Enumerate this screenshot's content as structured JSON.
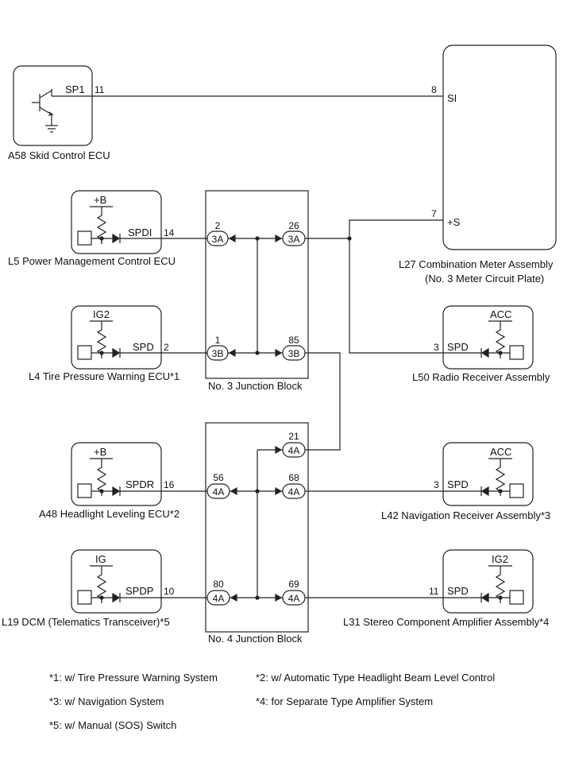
{
  "components": {
    "a58": {
      "name": "A58  Skid Control ECU",
      "signal": "SP1",
      "pin": "11"
    },
    "l27": {
      "name_line1": "L27  Combination Meter Assembly",
      "name_line2": "(No. 3 Meter Circuit Plate)",
      "pin_si": "8",
      "sig_si": "SI",
      "pin_s": "7",
      "sig_s": "+S"
    },
    "l5": {
      "name": "L5  Power Management Control ECU",
      "supply": "+B",
      "signal": "SPDI",
      "pin": "14"
    },
    "l4": {
      "name": "L4  Tire Pressure Warning ECU*1",
      "supply": "IG2",
      "signal": "SPD",
      "pin": "2"
    },
    "l50": {
      "name": "L50  Radio Receiver Assembly",
      "supply": "ACC",
      "signal": "SPD",
      "pin": "3"
    },
    "a48": {
      "name": "A48  Headlight Leveling ECU*2",
      "supply": "+B",
      "signal": "SPDR",
      "pin": "16"
    },
    "l42": {
      "name": "L42  Navigation Receiver Assembly*3",
      "supply": "ACC",
      "signal": "SPD",
      "pin": "3"
    },
    "l19": {
      "name": "L19  DCM (Telematics Transceiver)*5",
      "supply": "IG",
      "signal": "SPDP",
      "pin": "10"
    },
    "l31": {
      "name": "L31  Stereo Component Amplifier Assembly*4",
      "supply": "IG2",
      "signal": "SPD",
      "pin": "11"
    }
  },
  "junction_blocks": {
    "jb3": {
      "name": "No. 3 Junction Block",
      "connectors": [
        {
          "pin": "2",
          "label": "3A"
        },
        {
          "pin": "26",
          "label": "3A"
        },
        {
          "pin": "1",
          "label": "3B"
        },
        {
          "pin": "85",
          "label": "3B"
        }
      ]
    },
    "jb4": {
      "name": "No. 4 Junction Block",
      "connectors": [
        {
          "pin": "21",
          "label": "4A"
        },
        {
          "pin": "56",
          "label": "4A"
        },
        {
          "pin": "68",
          "label": "4A"
        },
        {
          "pin": "80",
          "label": "4A"
        },
        {
          "pin": "69",
          "label": "4A"
        }
      ]
    }
  },
  "notes": [
    "*1: w/ Tire Pressure Warning System",
    "*2: w/ Automatic Type Headlight Beam Level Control",
    "*3: w/ Navigation System",
    "*4: for Separate Type Amplifier System",
    "*5: w/ Manual (SOS) Switch"
  ]
}
